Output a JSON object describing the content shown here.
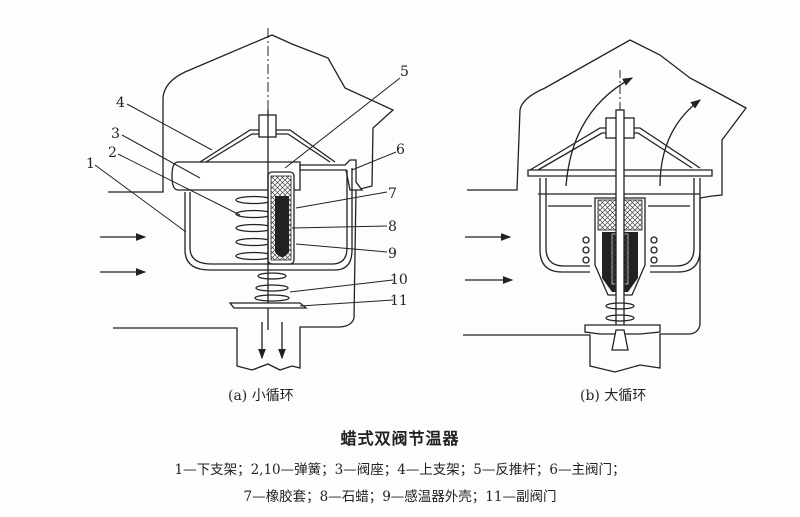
{
  "figure_a": {
    "caption": "(a) 小循环",
    "labels": [
      "1",
      "2",
      "3",
      "4",
      "5",
      "6",
      "7",
      "8",
      "9",
      "10",
      "11"
    ]
  },
  "figure_b": {
    "caption": "(b) 大循环"
  },
  "title": "蜡式双阀节温器",
  "legend": {
    "line1": "1—下支架；2,10—弹簧；3—阀座；4—上支架；5—反推杆；6—主阀门；",
    "line2": "7—橡胶套；8—石蜡；9—感温器外壳；11—副阀门"
  }
}
